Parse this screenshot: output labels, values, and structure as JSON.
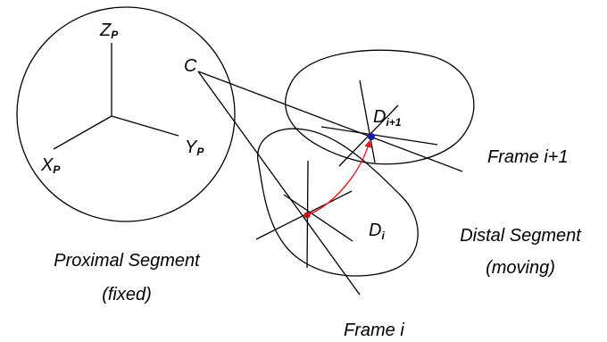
{
  "labels": {
    "z_axis": "Z",
    "z_axis_sub": "P",
    "x_axis": "X",
    "x_axis_sub": "P",
    "y_axis": "Y",
    "y_axis_sub": "P",
    "point_c": "C",
    "point_d_next": "D",
    "point_d_next_sub": "i+1",
    "point_d": "D",
    "point_d_sub": "i",
    "frame_next": "Frame i+1",
    "frame_current": "Frame i",
    "proximal_title": "Proximal Segment",
    "proximal_state": "(fixed)",
    "distal_title": "Distal Segment",
    "distal_state": "(moving)"
  },
  "colors": {
    "ink": "#000000",
    "motion_arrow": "#e8141a",
    "point_d": "#cc1111",
    "point_d_next": "#1a1aa8"
  }
}
